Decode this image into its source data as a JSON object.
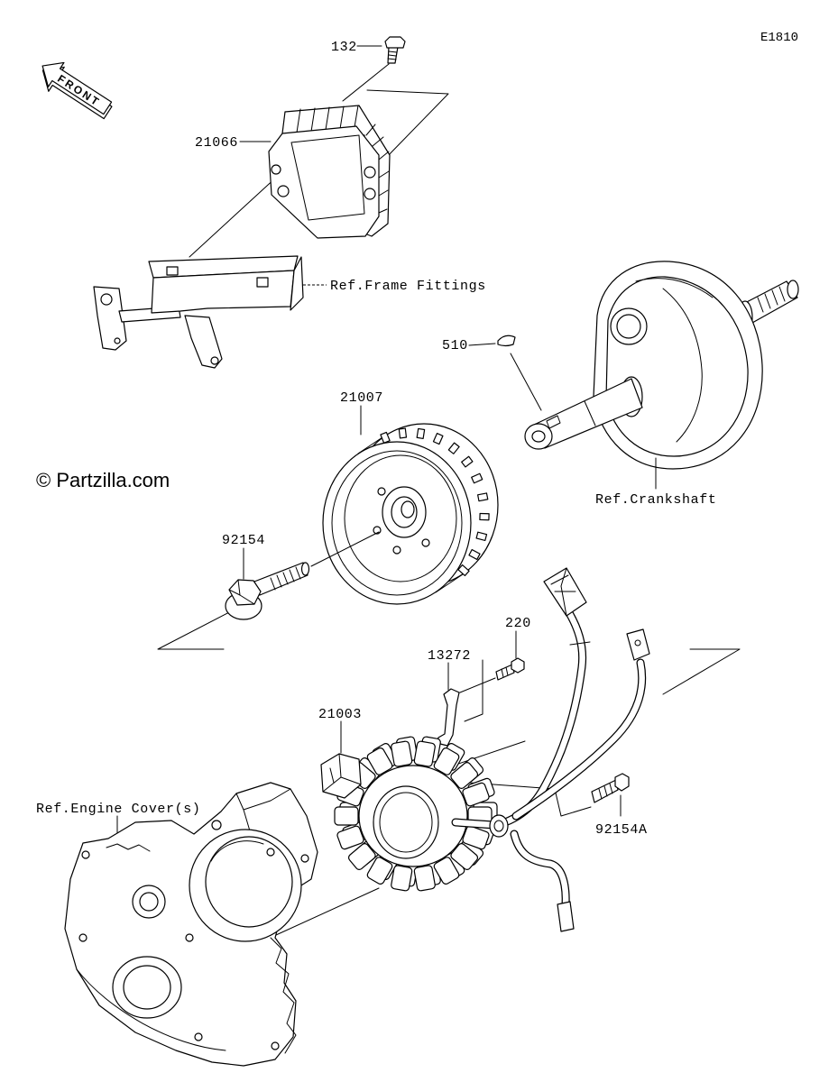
{
  "diagram": {
    "code": "E1810",
    "watermark": "© Partzilla.com",
    "front_label": "FRONT",
    "colors": {
      "line": "#000000",
      "background": "#ffffff"
    }
  },
  "callouts": {
    "bolt_132": "132",
    "regulator_21066": "21066",
    "ref_frame_fittings": "Ref.Frame Fittings",
    "key_510": "510",
    "rotor_21007": "21007",
    "ref_crankshaft": "Ref.Crankshaft",
    "bolt_92154": "92154",
    "bolt_220": "220",
    "clamp_13272": "13272",
    "stator_21003": "21003",
    "ref_engine_cover": "Ref.Engine Cover(s)",
    "bolt_92154A": "92154A"
  }
}
